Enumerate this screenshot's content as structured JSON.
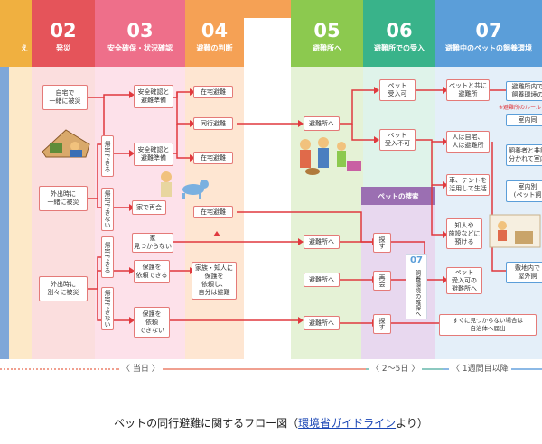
{
  "columns": [
    {
      "num": "",
      "title": "え",
      "color": "#f0b040"
    },
    {
      "num": "02",
      "title": "発災",
      "color": "#e5545a"
    },
    {
      "num": "03",
      "title": "安全確保・状況確認",
      "color": "#ee6f8a"
    },
    {
      "num": "04",
      "title": "避難の判断",
      "color": "#f5a155"
    },
    {
      "num": "05",
      "title": "避難所へ",
      "color": "#8cc94f"
    },
    {
      "num": "06",
      "title": "避難所での受入",
      "color": "#39b38a"
    },
    {
      "num": "07",
      "title": "避難中のペットの飼養環境",
      "color": "#5b9ed9"
    }
  ],
  "boxes": {
    "col2": [
      "自宅で\n一緒に被災",
      "外出時に\n一緒に被災",
      "外出時に\n別々に被災"
    ],
    "col2_side": [
      "帰宅できる",
      "帰宅できない",
      "帰宅できる",
      "帰宅できない"
    ],
    "col3": [
      "安全確認と\n避難準備",
      "安全確認と\n避難準備",
      "家で再会",
      "家\n見つからない",
      "保護を\n依頼できる",
      "保護を\n依頼\nできない"
    ],
    "col4": [
      "在宅避難",
      "同行避難",
      "在宅避難",
      "在宅避難",
      "家族・知人に\n保護を\n依頼し、\n自分は避難"
    ],
    "col5": [
      "避難所へ",
      "避難所へ",
      "避難所へ",
      "避難所へ"
    ],
    "col6": [
      "ペット\n受入可",
      "ペット\n受入不可"
    ],
    "col6_side": [
      "探す",
      "再会",
      "探す"
    ],
    "pet_search": "ペットの捜索",
    "care_num": "07",
    "care_text": "飼養環境の確保へ",
    "col7": [
      "ペットと共に\n避難所",
      "人は自宅、\n人は避難所",
      "車、テントを\n活用して生活",
      "知人や\n施設などに\n預ける",
      "ペット\n受入可の\n避難所へ"
    ],
    "col7_right": [
      "避難所内で\n飼養環境の",
      "※避難所のルール",
      "室内同",
      "飼養者と非飼\n分かれて室内",
      "室内別\n(ペット飼",
      "敷地内で\n屋外飼"
    ],
    "notice": "すぐに見つからない場合は\n自治体へ届出"
  },
  "timeline": {
    "left": "当日",
    "mid": "2～5日",
    "right": "1週間目以降"
  },
  "caption": {
    "before": "ペットの同行避難に関するフロー図（",
    "link": "環境省ガイドライン",
    "after": "より）"
  }
}
